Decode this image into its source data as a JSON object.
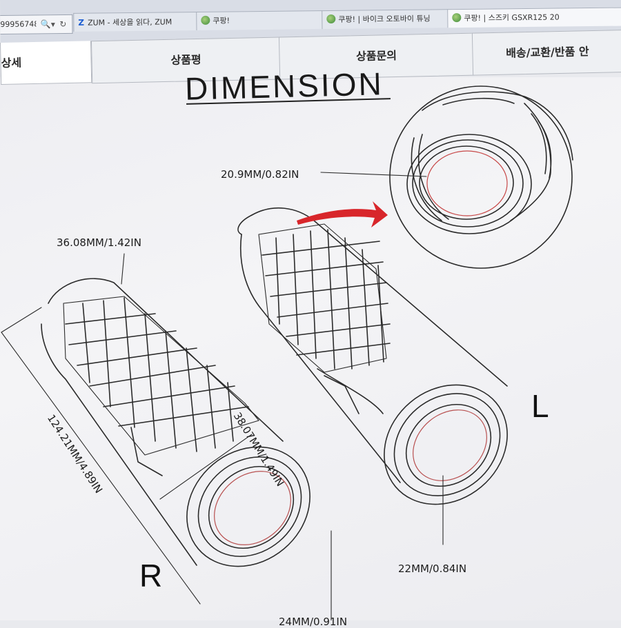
{
  "browser": {
    "address_text": "99956748",
    "search_icon": "search-icon",
    "refresh_icon": "refresh-icon",
    "tabs": [
      {
        "label": "ZUM - 세상을 읽다, ZUM",
        "icon": "zum-icon"
      },
      {
        "label": "쿠팡!",
        "icon": "coupang-icon"
      },
      {
        "label": "쿠팡! | 바이크 오토바이 튜닝",
        "icon": "coupang-icon"
      },
      {
        "label": "쿠팡! | 스즈키 GSXR125 20",
        "icon": "coupang-icon"
      }
    ]
  },
  "product_nav": {
    "detail": "상세",
    "review": "상품평",
    "inquiry": "상품문의",
    "shipping": "배송/교환/반품 안"
  },
  "drawing": {
    "title": "DIMENSION",
    "inner_diameter_detail": "20.9MM/0.82IN",
    "r_end_diameter": "36.08MM/1.42IN",
    "r_body_diameter": "38.07MM/1.49IN",
    "r_length": "124.21MM/4.89IN",
    "l_inner_diameter": "22MM/0.84IN",
    "r_inner_partial": "24MM/0.91IN",
    "label_l": "L",
    "label_r": "R",
    "accent_color": "#d8262b"
  }
}
